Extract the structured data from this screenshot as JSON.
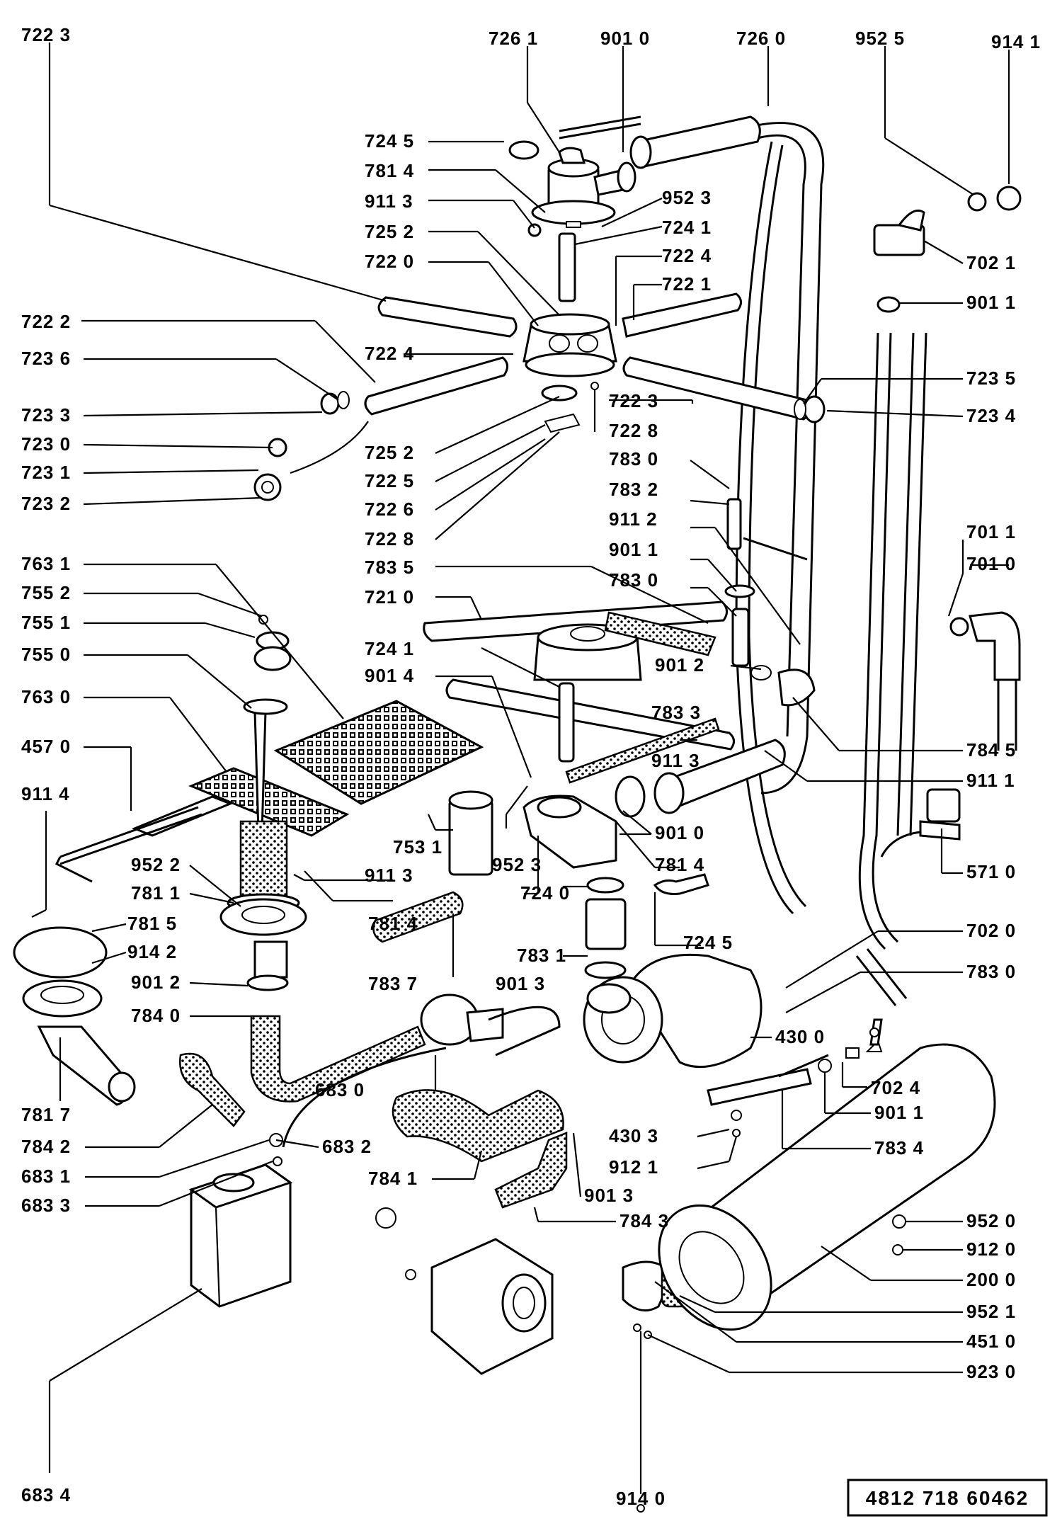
{
  "reference_number": "4812 718 60462",
  "labels": {
    "l7223_top": "722 3",
    "l7261": "726 1",
    "l9010_top": "901 0",
    "l7260": "726 0",
    "l9525": "952 5",
    "l9141": "914 1",
    "l7245_top": "724 5",
    "l7814_top": "781 4",
    "l9523_top": "952 3",
    "l9113_top": "911 3",
    "l7241_top": "724 1",
    "l7252_top": "725 2",
    "l7224_top": "722 4",
    "l7220": "722 0",
    "l7221": "722 1",
    "l7021": "702 1",
    "l9011_top": "901 1",
    "l7222": "722 2",
    "l7224_mid": "722 4",
    "l7236": "723 6",
    "l7235": "723 5",
    "l7233": "723 3",
    "l7223_mid": "722 3",
    "l7234": "723 4",
    "l7228_a": "722 8",
    "l7230": "723 0",
    "l7231": "723 1",
    "l7232": "723 2",
    "l7830_mid": "783 0",
    "l7252_b": "725 2",
    "l7225": "722 5",
    "l7832": "783 2",
    "l7226": "722 6",
    "l9112": "911 2",
    "l7228_b": "722 8",
    "l9011_mid": "901 1",
    "l7011": "701 1",
    "l7010": "701 0",
    "l7631": "763 1",
    "l7835": "783 5",
    "l7830_b": "783 0",
    "l7552": "755 2",
    "l7210": "721 0",
    "l7551": "755 1",
    "l7550": "755 0",
    "l9012_mid": "901 2",
    "l7241_mid": "724 1",
    "l9014": "901 4",
    "l7630": "763 0",
    "l7833": "783 3",
    "l7845": "784 5",
    "l4570": "457 0",
    "l9113_mid": "911 3",
    "l9111": "911 1",
    "l9114": "911 4",
    "l9010_mid": "901 0",
    "l7531": "753 1",
    "l7814_mid": "781 4",
    "l9522": "952 2",
    "l9523_mid": "952 3",
    "l5710": "571 0",
    "l9113_low": "911 3",
    "l7811": "781 1",
    "l7240": "724 0",
    "l7815": "781 5",
    "l7814_low": "781 4",
    "l7245_low": "724 5",
    "l7020": "702 0",
    "l9142": "914 2",
    "l7831": "783 1",
    "l9012_low": "901 2",
    "l7837": "783 7",
    "l9013_mid": "901 3",
    "l7830_low": "783 0",
    "l7840": "784 0",
    "l4300": "430 0",
    "l6830": "683 0",
    "l7024": "702 4",
    "l7817": "781 7",
    "l9011_low": "901 1",
    "l7842": "784 2",
    "l4303": "430 3",
    "l7834": "783 4",
    "l6832": "683 2",
    "l6831": "683 1",
    "l7841": "784 1",
    "l9121": "912 1",
    "l9013_low": "901 3",
    "l6833": "683 3",
    "l7843": "784 3",
    "l9520": "952 0",
    "l9120": "912 0",
    "l2000": "200 0",
    "l9521": "952 1",
    "l4510": "451 0",
    "l9230": "923 0",
    "l6834": "683 4",
    "l9140": "914 0"
  }
}
